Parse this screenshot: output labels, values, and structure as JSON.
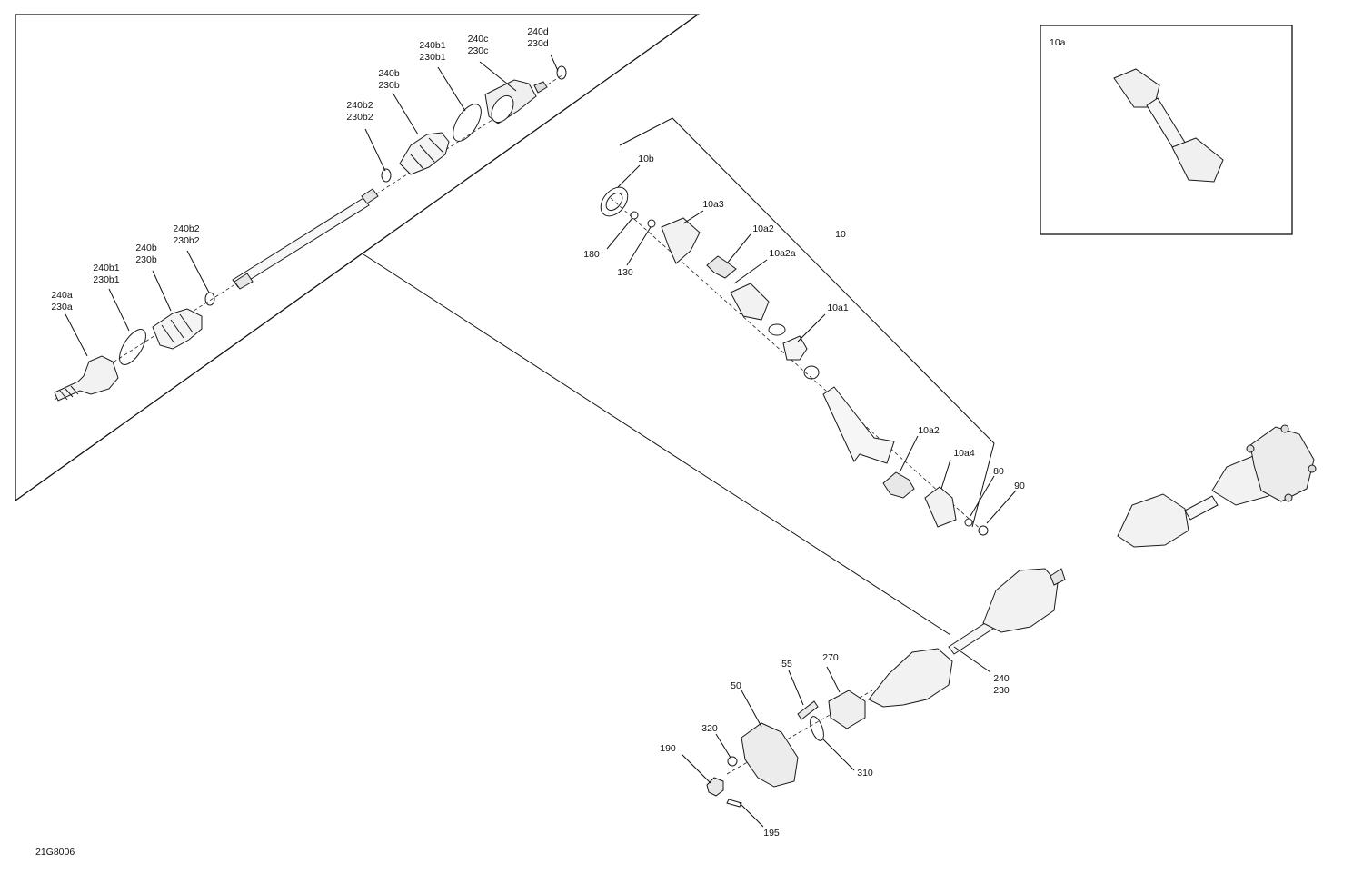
{
  "diagram_code": "21G8006",
  "inset": {
    "label": "10a"
  },
  "callouts": {
    "c_240d_230d": [
      "240d",
      "230d"
    ],
    "c_240c_230c": [
      "240c",
      "230c"
    ],
    "c_240b1_230b1_top": [
      "240b1",
      "230b1"
    ],
    "c_240b_230b_top": [
      "240b",
      "230b"
    ],
    "c_240b2_230b2_top": [
      "240b2",
      "230b2"
    ],
    "c_240b2_230b2_low": [
      "240b2",
      "230b2"
    ],
    "c_240b_230b_low": [
      "240b",
      "230b"
    ],
    "c_240b1_230b1_low": [
      "240b1",
      "230b1"
    ],
    "c_240a_230a": [
      "240a",
      "230a"
    ],
    "c_10b": [
      "10b"
    ],
    "c_10a3": [
      "10a3"
    ],
    "c_180": [
      "180"
    ],
    "c_130": [
      "130"
    ],
    "c_10a2_top": [
      "10a2"
    ],
    "c_10a2a": [
      "10a2a"
    ],
    "c_10": [
      "10"
    ],
    "c_10a1": [
      "10a1"
    ],
    "c_10a2_low": [
      "10a2"
    ],
    "c_10a4": [
      "10a4"
    ],
    "c_80": [
      "80"
    ],
    "c_90": [
      "90"
    ],
    "c_240_230": [
      "240",
      "230"
    ],
    "c_270": [
      "270"
    ],
    "c_55": [
      "55"
    ],
    "c_50": [
      "50"
    ],
    "c_320": [
      "320"
    ],
    "c_190": [
      "190"
    ],
    "c_310": [
      "310"
    ],
    "c_195": [
      "195"
    ]
  }
}
